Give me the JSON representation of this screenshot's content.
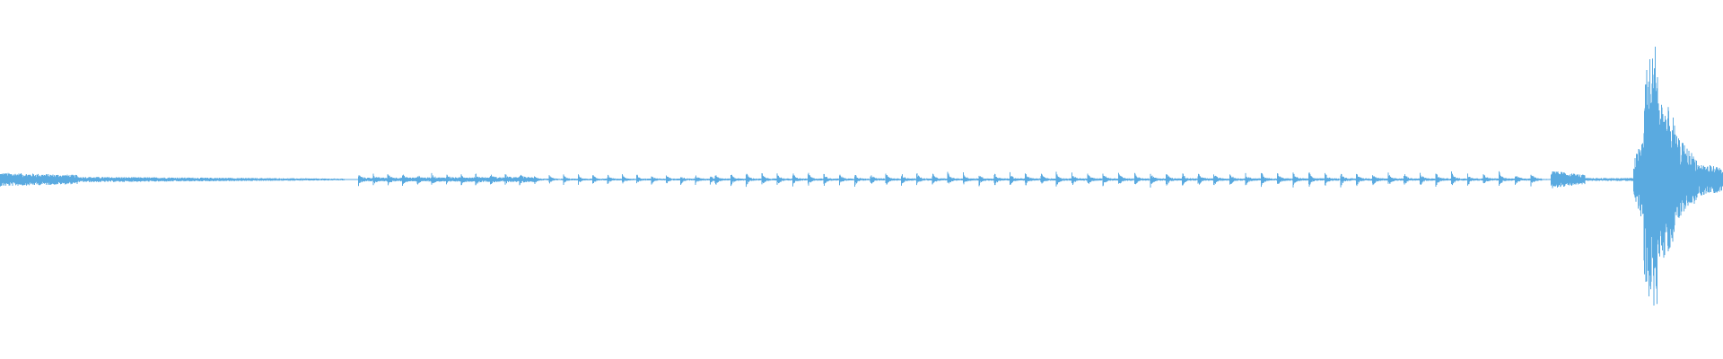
{
  "waveform": {
    "color": "#5aaae0",
    "background": "#ffffff",
    "segments": [
      {
        "from": 0.0,
        "to": 0.045,
        "amp_start": 0.045,
        "amp_end": 0.03,
        "kind": "noise"
      },
      {
        "from": 0.045,
        "to": 0.2,
        "amp_start": 0.018,
        "amp_end": 0.006,
        "kind": "noise"
      },
      {
        "from": 0.2,
        "to": 0.208,
        "amp_start": 0.002,
        "amp_end": 0.002,
        "kind": "noise"
      },
      {
        "from": 0.208,
        "to": 0.31,
        "amp_start": 0.022,
        "amp_end": 0.03,
        "kind": "bursts",
        "period": 0.0085,
        "peak": 0.045
      },
      {
        "from": 0.31,
        "to": 0.415,
        "amp_start": 0.01,
        "amp_end": 0.012,
        "kind": "bursts",
        "period": 0.0085,
        "peak": 0.04
      },
      {
        "from": 0.415,
        "to": 0.64,
        "amp_start": 0.012,
        "amp_end": 0.014,
        "kind": "bursts",
        "period": 0.009,
        "peak": 0.055
      },
      {
        "from": 0.64,
        "to": 0.895,
        "amp_start": 0.014,
        "amp_end": 0.014,
        "kind": "bursts",
        "period": 0.0092,
        "peak": 0.058
      },
      {
        "from": 0.895,
        "to": 0.9,
        "amp_start": 0.004,
        "amp_end": 0.004,
        "kind": "noise"
      },
      {
        "from": 0.9,
        "to": 0.92,
        "amp_start": 0.06,
        "amp_end": 0.03,
        "kind": "noise"
      },
      {
        "from": 0.92,
        "to": 0.948,
        "amp_start": 0.01,
        "amp_end": 0.01,
        "kind": "noise"
      },
      {
        "from": 0.948,
        "to": 0.954,
        "amp_start": 0.12,
        "amp_end": 0.3,
        "kind": "noise"
      },
      {
        "from": 0.954,
        "to": 0.962,
        "amp_start": 0.7,
        "amp_end": 0.95,
        "kind": "noise"
      },
      {
        "from": 0.962,
        "to": 0.972,
        "amp_start": 0.6,
        "amp_end": 0.4,
        "kind": "noise"
      },
      {
        "from": 0.972,
        "to": 0.985,
        "amp_start": 0.3,
        "amp_end": 0.14,
        "kind": "noise"
      },
      {
        "from": 0.985,
        "to": 1.0,
        "amp_start": 0.11,
        "amp_end": 0.08,
        "kind": "noise"
      }
    ]
  }
}
